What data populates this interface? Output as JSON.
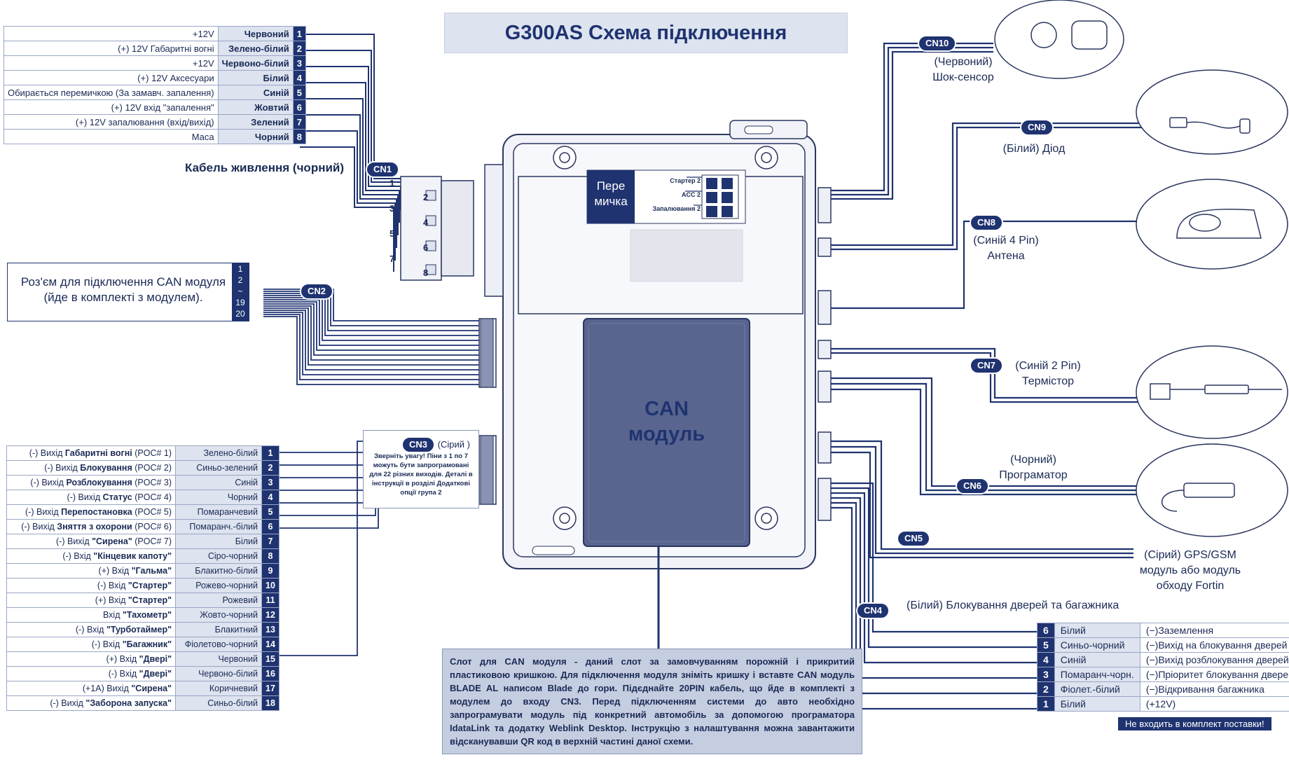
{
  "title": "G300AS Схема підключення",
  "power_cable": {
    "caption": "Кабель живлення (чорний)",
    "connector": "CN1",
    "rows": [
      {
        "label": "+12V",
        "color": "Червоний",
        "pin": "1"
      },
      {
        "label": "(+) 12V Габаритні вогні",
        "color": "Зелено-білий",
        "pin": "2"
      },
      {
        "label": "+12V",
        "color": "Червоно-білий",
        "pin": "3"
      },
      {
        "label": "(+) 12V Аксесуари",
        "color": "Білий",
        "pin": "4"
      },
      {
        "label": "Обирається перемичкою (За замавч. запалення)",
        "color": "Синій",
        "pin": "5"
      },
      {
        "label": "(+) 12V вхід \"запалення\"",
        "color": "Жовтий",
        "pin": "6"
      },
      {
        "label": "(+) 12V запалювання (вхід/вихід)",
        "color": "Зелений",
        "pin": "7"
      },
      {
        "label": "Маса",
        "color": "Чорний",
        "pin": "8"
      }
    ],
    "plug_pins": [
      "1",
      "2",
      "3",
      "4",
      "5",
      "6",
      "7",
      "8"
    ]
  },
  "can_connector": {
    "text1": "Роз'єм для підключення CAN модуля",
    "text2": "(йде в комплекті з модулем).",
    "connector": "CN2",
    "pins": [
      "1",
      "2",
      "~",
      "19",
      "20"
    ]
  },
  "cn3": {
    "connector": "CN3",
    "color": "(Сірий )",
    "warning": "Зверніть увагу! Піни з 1 по 7 можуть бути запрограмовані для 22 різних виходів. Деталі в інструкції в розділі Додаткові опції група 2",
    "rows": [
      {
        "pre": "(-) Вихід ",
        "name": "Габаритні вогні",
        "post": " (POC# 1)",
        "color": "Зелено-білий",
        "pin": "1"
      },
      {
        "pre": "(-) Вихід ",
        "name": "Блокування",
        "post": " (POC# 2)",
        "color": "Синьо-зелений",
        "pin": "2"
      },
      {
        "pre": "(-) Вихід ",
        "name": "Розблокування",
        "post": " (POC# 3)",
        "color": "Синій",
        "pin": "3"
      },
      {
        "pre": "(-) Вихід ",
        "name": "Статус",
        "post": " (POC# 4)",
        "color": "Чорний",
        "pin": "4"
      },
      {
        "pre": "(-) Вихід ",
        "name": "Перепостановка",
        "post": " (POC# 5)",
        "color": "Помаранчевий",
        "pin": "5"
      },
      {
        "pre": "(-) Вихід ",
        "name": "Зняття з охорони",
        "post": " (POC# 6)",
        "color": "Помаранч.-білий",
        "pin": "6"
      },
      {
        "pre": "(-) Вихід ",
        "name": "\"Сирена\"",
        "post": " (POC# 7)",
        "color": "Білий",
        "pin": "7"
      },
      {
        "pre": "(-) Вхід ",
        "name": "\"Кінцевик капоту\"",
        "post": "",
        "color": "Сіро-чорний",
        "pin": "8"
      },
      {
        "pre": "(+) Вхід ",
        "name": "\"Гальма\"",
        "post": "",
        "color": "Блакитно-білий",
        "pin": "9"
      },
      {
        "pre": "(-) Вхід ",
        "name": "\"Стартер\"",
        "post": "",
        "color": "Рожево-чорний",
        "pin": "10"
      },
      {
        "pre": "(+) Вхід ",
        "name": "\"Стартер\"",
        "post": "",
        "color": "Рожевий",
        "pin": "11"
      },
      {
        "pre": "Вхід ",
        "name": "\"Тахометр\"",
        "post": "",
        "color": "Жовто-чорний",
        "pin": "12"
      },
      {
        "pre": "(-) Вхід ",
        "name": "\"Турботаймер\"",
        "post": "",
        "color": "Блакитний",
        "pin": "13"
      },
      {
        "pre": "(-) Вхід ",
        "name": "\"Багажник\"",
        "post": "",
        "color": "Фіолетово-чорний",
        "pin": "14"
      },
      {
        "pre": "(+) Вхід ",
        "name": "\"Двері\"",
        "post": "",
        "color": "Червоний",
        "pin": "15"
      },
      {
        "pre": "(-) Вхід ",
        "name": "\"Двері\"",
        "post": "",
        "color": "Червоно-білий",
        "pin": "16"
      },
      {
        "pre": "(+1A) Вихід ",
        "name": "\"Сирена\"",
        "post": "",
        "color": "Коричневий",
        "pin": "17"
      },
      {
        "pre": "(-) Вихід ",
        "name": "\"Заборона запуска\"",
        "post": "",
        "color": "Синьо-білий",
        "pin": "18"
      }
    ]
  },
  "jumper": {
    "label1": "Пере",
    "label2": "мичка",
    "opt1": "Стартер 2",
    "opt2": "ACC 2",
    "opt3": "Запалювання 2"
  },
  "can_module": {
    "line1": "CAN",
    "line2": "модуль"
  },
  "can_note": "Слот для CAN модуля - даний слот за замовчуванням порожній і прикритий пластиковою кришкою. Для підключення модуля зніміть кришку і вставте CAN модуль BLADE AL написом Blade до гори. Підєднайте 20PIN кабель, що йде в комплекті з модулем до входу CN3. Перед підключенням системи до авто необхідно запрограмувати модуль під конкретний автомобіль за допомогою програматора IdataLink та додатку Weblink Desktop. Інструкцію з налаштування можна завантажити відсканувавши QR код в верхній частині даної схеми.",
  "right_connectors": [
    {
      "id": "CN10",
      "line1": "(Червоний)",
      "line2": "Шок-сенсор"
    },
    {
      "id": "CN9",
      "line1": "(Білий) Діод",
      "line2": ""
    },
    {
      "id": "CN8",
      "line1": "(Синій 4 Pin)",
      "line2": "Антена"
    },
    {
      "id": "CN7",
      "line1": "(Синій 2 Pin)",
      "line2": "Термістор"
    },
    {
      "id": "CN6",
      "line1": "(Чорний)",
      "line2": "Програматор"
    },
    {
      "id": "CN5",
      "line1": "(Сірий) GPS/GSM",
      "line2": "модуль або модуль",
      "line3": "обходу Fortin"
    }
  ],
  "cn4": {
    "id": "CN4",
    "title": "(Білий) Блокування дверей та багажника",
    "rows": [
      {
        "pin": "6",
        "color": "Білий",
        "desc": "(−)Заземлення"
      },
      {
        "pin": "5",
        "color": "Синьо-чорний",
        "desc": "(−)Вихід на блокування дверей"
      },
      {
        "pin": "4",
        "color": "Синій",
        "desc": "(−)Вихід розблокування дверей"
      },
      {
        "pin": "3",
        "color": "Помаранч-чорн.",
        "desc": "(−)Пріоритет блокування дверей"
      },
      {
        "pin": "2",
        "color": "Фіолет.-білий",
        "desc": "(−)Відкривання багажника"
      },
      {
        "pin": "1",
        "color": "Білий",
        "desc": "(+12V)"
      }
    ],
    "footnote": "Не входить в комплект поставки!"
  },
  "colors": {
    "navy": "#1f3370",
    "light": "#dde3ef",
    "body": "#eceff5",
    "module": "#56628c"
  }
}
